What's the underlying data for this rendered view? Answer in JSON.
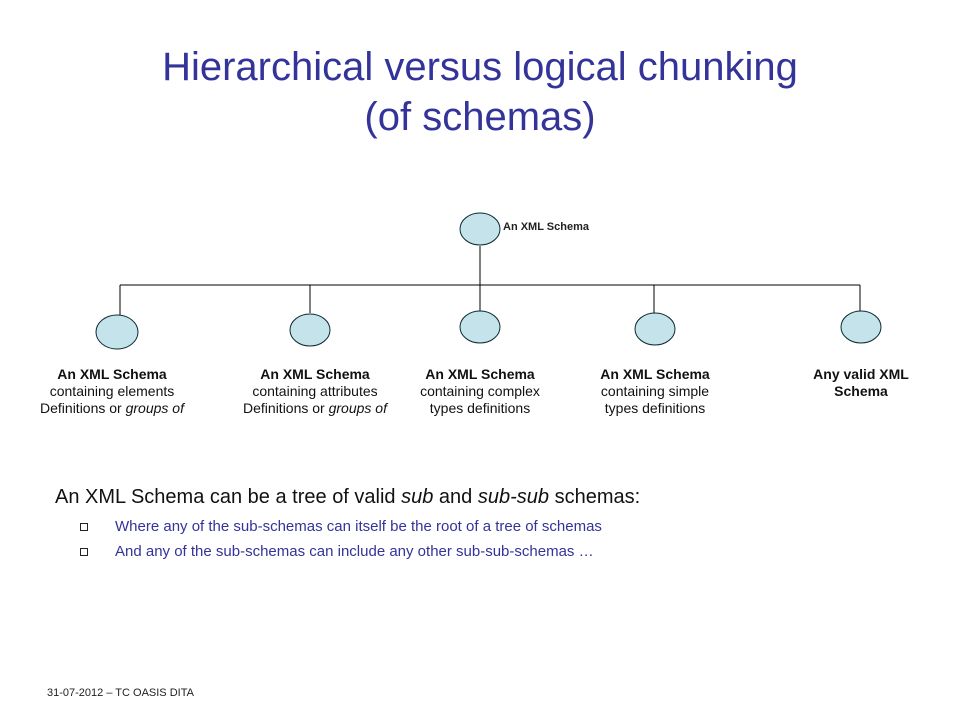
{
  "slide": {
    "title_line1": "Hierarchical versus logical chunking",
    "title_line2": "(of schemas)"
  },
  "diagram": {
    "root_label": "An XML Schema",
    "node_color": "#c5e3ea",
    "children": [
      {
        "bold": "An XML Schema",
        "line1": "containing elements",
        "line2_prefix": "Definitions or ",
        "line2_italic": "groups of"
      },
      {
        "bold": "An XML Schema",
        "line1": "containing attributes",
        "line2_prefix": "Definitions or ",
        "line2_italic": "groups of"
      },
      {
        "bold": "An XML Schema",
        "line1": "containing complex",
        "line2_prefix": "types definitions",
        "line2_italic": ""
      },
      {
        "bold": "An XML Schema",
        "line1": "containing simple",
        "line2_prefix": "types definitions",
        "line2_italic": ""
      },
      {
        "bold": "Any valid XML",
        "line1": "Schema",
        "line1_bold": true,
        "line2_prefix": "",
        "line2_italic": ""
      }
    ]
  },
  "body": {
    "main_text_part1": "An XML Schema can be a tree of valid ",
    "main_text_sub": "sub",
    "main_text_and": " and ",
    "main_text_subsub": "sub-sub",
    "main_text_part2": " schemas:",
    "bullets": [
      "Where any of the sub-schemas can itself be the root of a tree of schemas",
      "And any of the sub-schemas can include any other sub-sub-schemas …"
    ]
  },
  "footer": {
    "text": "31-07-2012  – TC OASIS DITA"
  },
  "colors": {
    "title": "#333399",
    "bullet_text": "#333399"
  }
}
